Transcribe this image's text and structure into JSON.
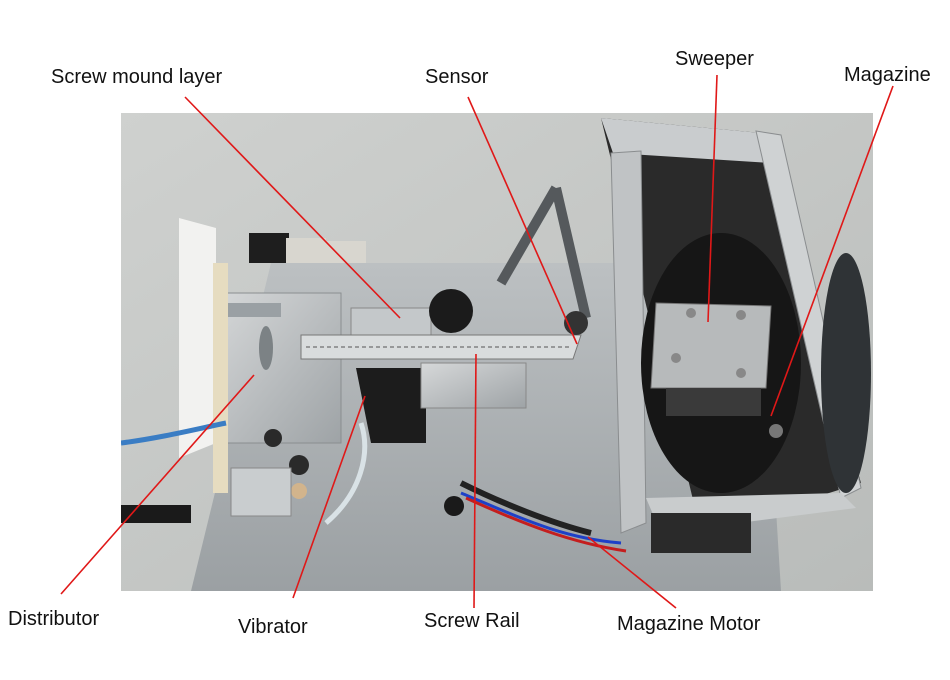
{
  "diagram": {
    "labels": {
      "screw_mound_layer": "Screw mound layer",
      "sensor": "Sensor",
      "sweeper": "Sweeper",
      "magazine": "Magazine",
      "distributor": "Distributor",
      "vibrator": "Vibrator",
      "screw_rail": "Screw Rail",
      "magazine_motor": "Magazine Motor"
    },
    "leader_color": "#e01818"
  }
}
